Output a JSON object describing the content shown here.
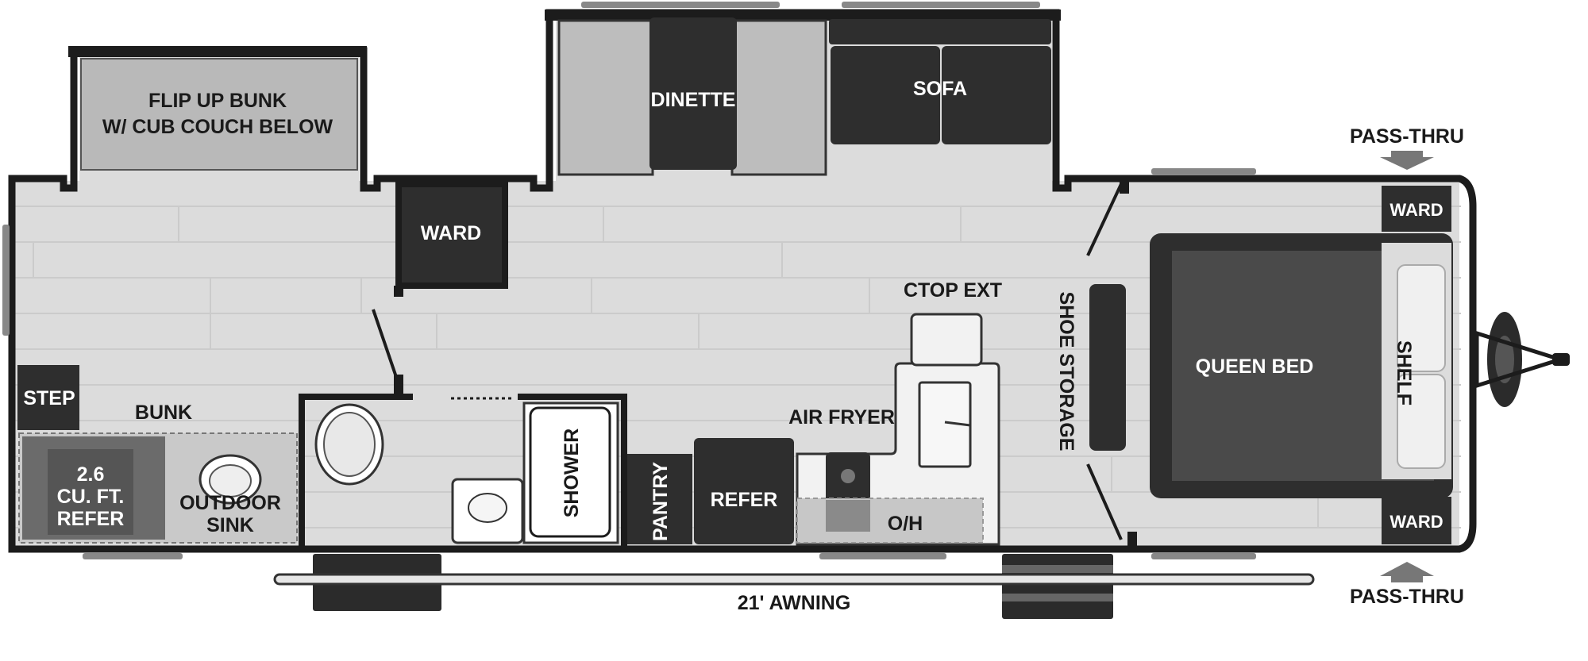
{
  "floorplan": {
    "rooms": {
      "flip_bunk_line1": "FLIP UP BUNK",
      "flip_bunk_line2": "W/ CUB COUCH BELOW",
      "dinette": "DINETTE",
      "sofa": "SOFA",
      "ward_mid": "WARD",
      "ward_top_right": "WARD",
      "ward_bottom_right": "WARD",
      "ctop_ext": "CTOP EXT",
      "shoe_storage": "SHOE STORAGE",
      "queen_bed": "QUEEN BED",
      "shelf": "SHELF",
      "step": "STEP",
      "bunk": "BUNK",
      "refer_small_line1": "2.6",
      "refer_small_line2": "CU. FT.",
      "refer_small_line3": "REFER",
      "outdoor_sink_line1": "OUTDOOR",
      "outdoor_sink_line2": "SINK",
      "shower": "SHOWER",
      "pantry": "PANTRY",
      "refer": "REFER",
      "air_fryer": "AIR FRYER",
      "oh": "O/H"
    },
    "outside": {
      "pass_thru_top": "PASS-THRU",
      "pass_thru_bottom": "PASS-THRU",
      "awning": "21' AWNING"
    },
    "colors": {
      "wall": "#1c1c1c",
      "floor": "#d9d9d9",
      "floor_plank": "#cfcfcf",
      "furniture_dark": "#2e2e2e",
      "bed_dark": "#4a4a4a",
      "cushion_light": "#bdbdbd",
      "counter_light": "#f2f2f2"
    }
  }
}
